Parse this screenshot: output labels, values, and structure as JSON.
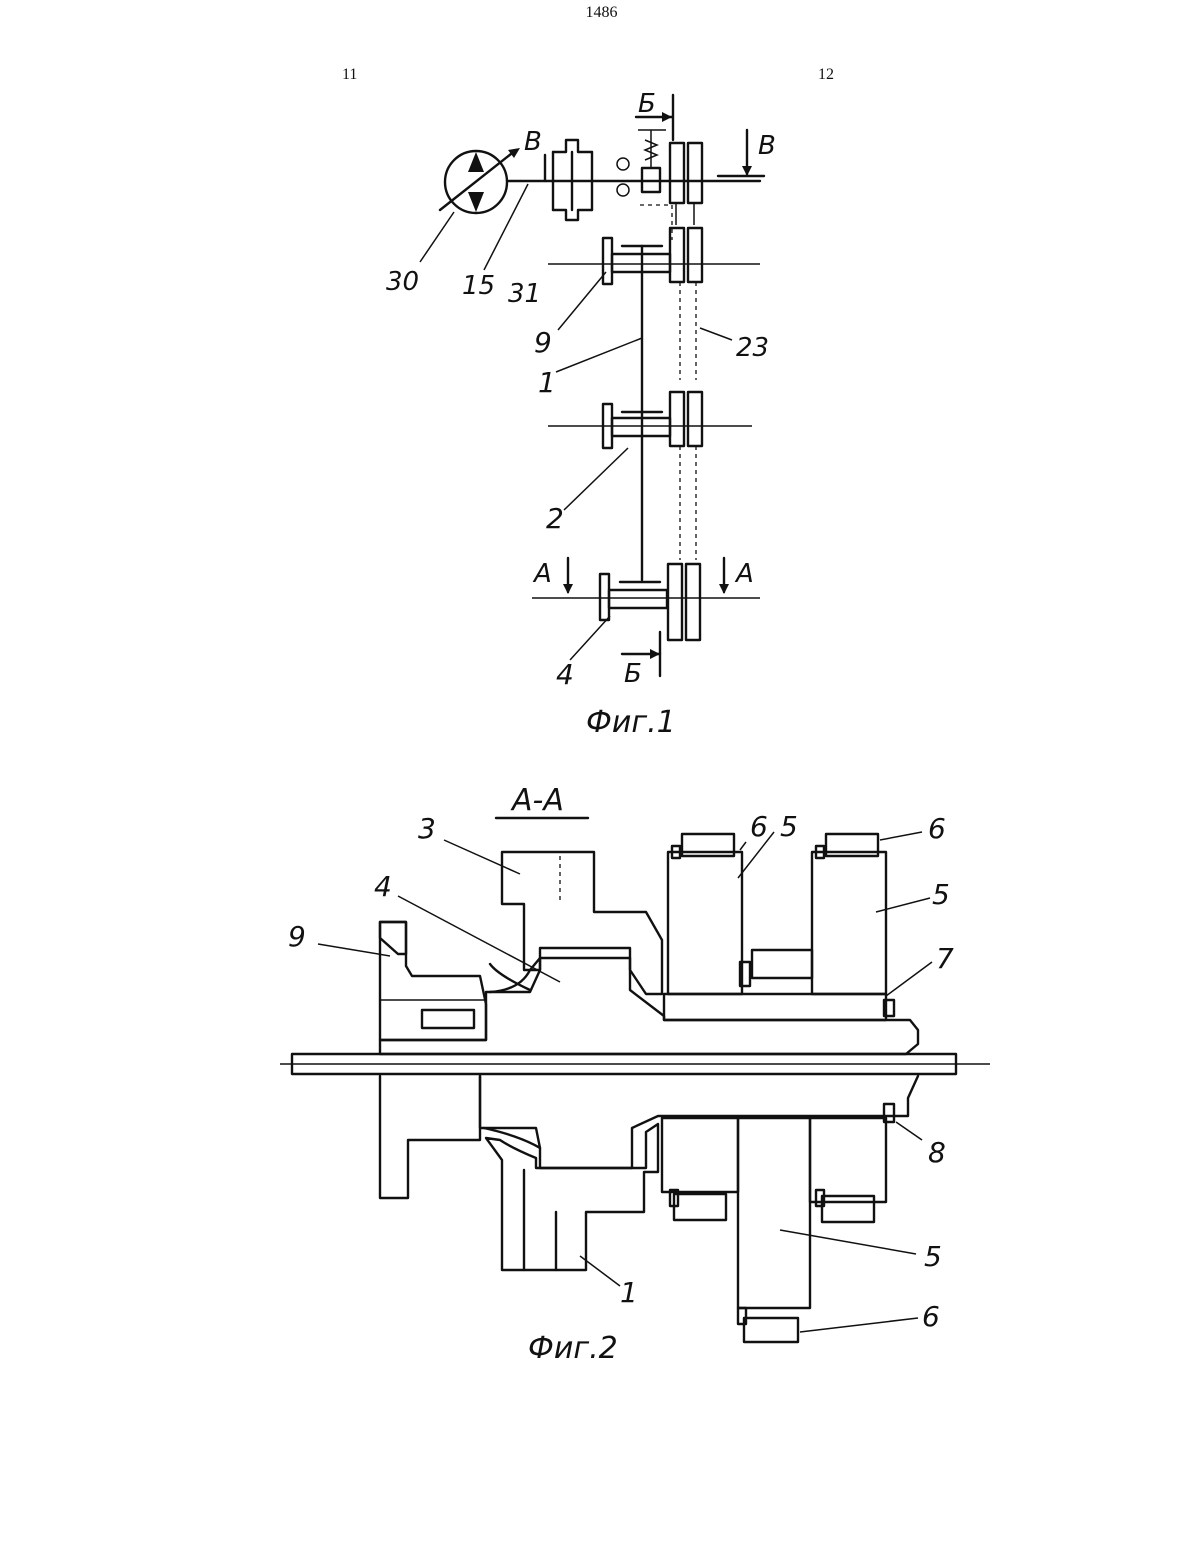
{
  "header": {
    "page_number": "1486",
    "col_left": "11",
    "col_right": "12"
  },
  "figure1": {
    "caption": "Фиг.1",
    "section_marks": [
      "Б",
      "Б",
      "В",
      "В",
      "А",
      "А"
    ],
    "labels": [
      "30",
      "15",
      "31",
      "9",
      "23",
      "1",
      "2",
      "4"
    ]
  },
  "figure2": {
    "section_title": "А-А",
    "caption": "Фиг.2",
    "labels": [
      "3",
      "4",
      "9",
      "6",
      "5",
      "6",
      "5",
      "7",
      "8",
      "5",
      "1",
      "6"
    ]
  }
}
